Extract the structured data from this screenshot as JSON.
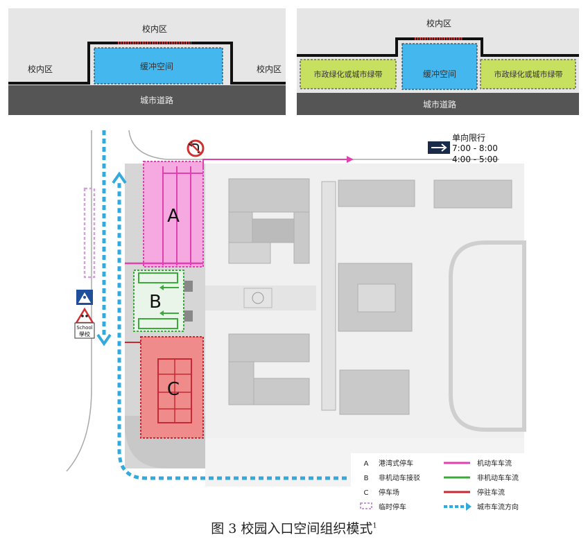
{
  "top_left": {
    "campus_top": "校内区",
    "campus_left": "校内区",
    "campus_right": "校内区",
    "buffer": "缓冲空间",
    "road": "城市道路"
  },
  "top_right": {
    "campus_top": "校内区",
    "green_left": "市政绿化或城市绿带",
    "green_right": "市政绿化或城市绿带",
    "buffer": "缓冲空间",
    "road": "城市道路"
  },
  "plan": {
    "one_way_label": "单向限行",
    "one_way_time1": "7:00 - 8:00",
    "one_way_time2": "4:00 - 5:00",
    "zone_a": "A",
    "zone_b": "B",
    "zone_c": "C",
    "school_sign_en": "School",
    "school_sign_cn": "學校"
  },
  "legend": {
    "a_key": "A",
    "a_label": "港湾式停车",
    "b_key": "B",
    "b_label": "非机动车接驳",
    "c_key": "C",
    "c_label": "停车场",
    "temp_label": "临时停车",
    "motor_flow": "机动车车流",
    "nonmotor_flow": "非机动车车流",
    "parking_flow": "停驻车流",
    "city_flow": "城市车流方向"
  },
  "colors": {
    "magenta": "#e040b0",
    "green": "#3aaa3a",
    "red": "#c82832",
    "cyan": "#33aadd",
    "buffer_blue": "#44b8ee",
    "green_belt": "#c8e060",
    "road_dark": "#555555"
  },
  "caption": {
    "text": "图 3  校园入口空间组织模式",
    "sup": "1"
  }
}
